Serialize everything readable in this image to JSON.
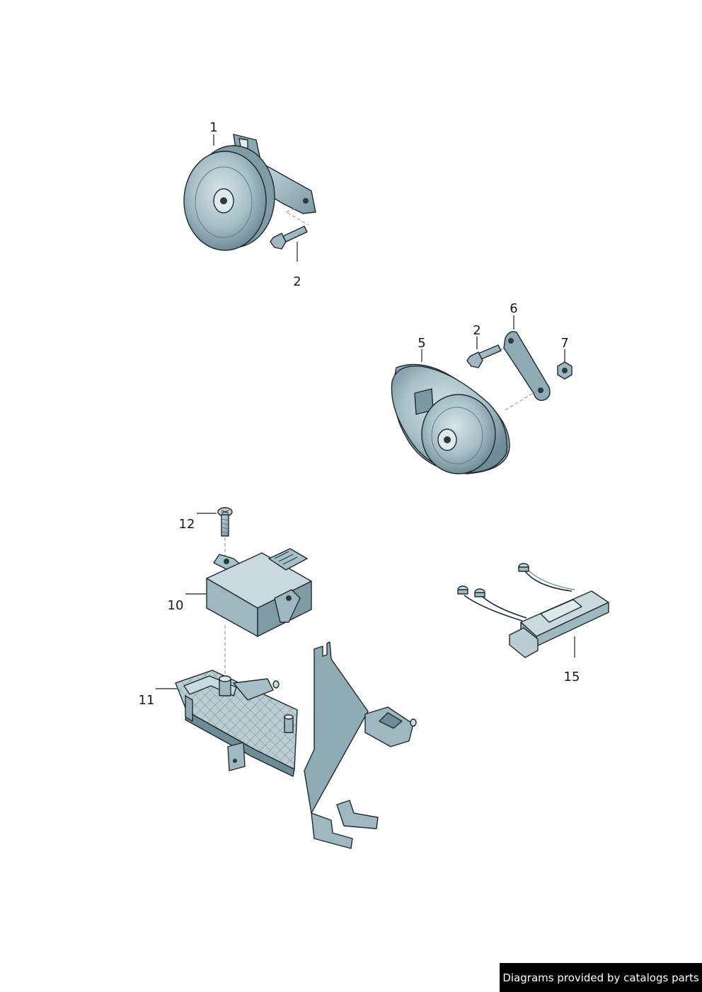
{
  "callouts": {
    "c1": "1",
    "c2a": "2",
    "c2b": "2",
    "c5": "5",
    "c6": "6",
    "c7": "7",
    "c10": "10",
    "c11": "11",
    "c12": "12",
    "c15": "15"
  },
  "credit": "Diagrams provided by catalogs parts",
  "colors": {
    "part_fill": "#9fb8c0",
    "part_dark": "#6d8c96",
    "part_light": "#c9dadf",
    "outline": "#1e2a30",
    "dash": "#8aa0a8"
  },
  "parts": [
    {
      "ref": "1",
      "icon": "horn-icon"
    },
    {
      "ref": "2",
      "icon": "bolt-icon"
    },
    {
      "ref": "5",
      "icon": "horn-icon"
    },
    {
      "ref": "6",
      "icon": "bracket-icon"
    },
    {
      "ref": "7",
      "icon": "nut-icon"
    },
    {
      "ref": "10",
      "icon": "control-unit-icon"
    },
    {
      "ref": "11",
      "icon": "mounting-bracket-icon"
    },
    {
      "ref": "12",
      "icon": "screw-icon"
    },
    {
      "ref": "15",
      "icon": "sensor-harness-icon"
    }
  ]
}
